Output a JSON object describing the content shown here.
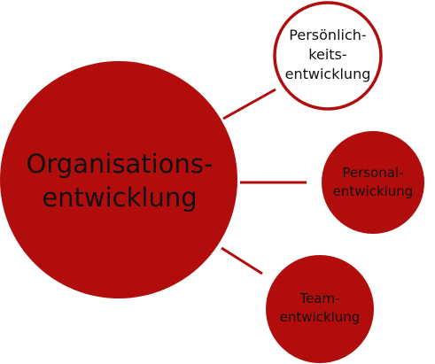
{
  "diagram": {
    "center": {
      "lines": [
        "Organisations-",
        "entwicklung"
      ],
      "fill": "#b20d0d"
    },
    "nodes": [
      {
        "lines": [
          "Persönlich-",
          "keits-",
          "entwicklung"
        ],
        "fill": "#ffffff",
        "stroke": "#b20d0d"
      },
      {
        "lines": [
          "Personal-",
          "entwicklung"
        ],
        "fill": "#b20d0d"
      },
      {
        "lines": [
          "Team-",
          "entwicklung"
        ],
        "fill": "#b20d0d"
      }
    ],
    "connector_color": "#b20d0d"
  }
}
